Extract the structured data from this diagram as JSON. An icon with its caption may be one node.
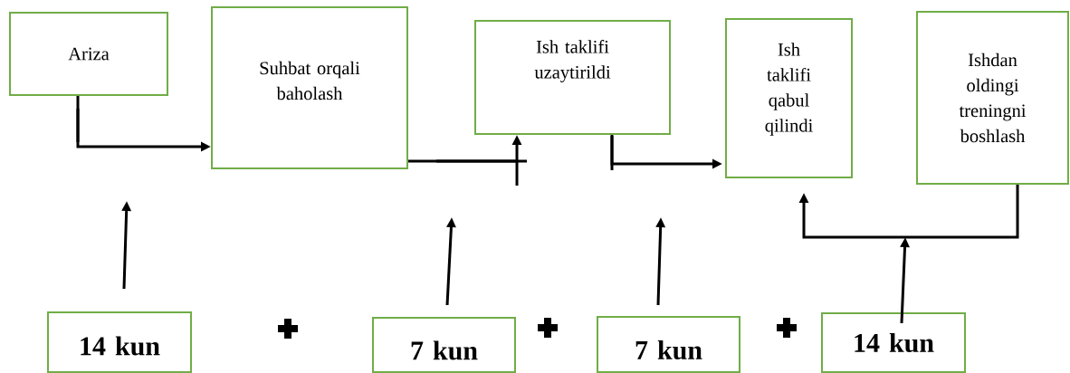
{
  "diagram": {
    "nodes": [
      {
        "text": [
          "Ariza"
        ]
      },
      {
        "text": [
          "Suhbat orqali baholash"
        ]
      },
      {
        "text": [
          "Ish taklifi uzaytirildi"
        ]
      },
      {
        "text": [
          "Ish taklifi qabul qilindi"
        ]
      },
      {
        "text": [
          "Ishdan oldingi treningni boshlash"
        ]
      },
      {
        "text": [
          "14 kun"
        ]
      },
      {
        "text": [
          "7 kun"
        ]
      },
      {
        "text": [
          "7 kun"
        ]
      },
      {
        "text": [
          "14 kun"
        ]
      }
    ],
    "edges": [
      {
        "from": 0,
        "to": 1,
        "arrow": "to"
      },
      {
        "from": 1,
        "to": 2,
        "arrow": "to"
      },
      {
        "from": 2,
        "to": 3,
        "arrow": "to"
      },
      {
        "from": 4,
        "to": 3,
        "arrow": "to"
      },
      {
        "from": 5,
        "to": null,
        "arrow": "to"
      },
      {
        "from": 6,
        "to": null,
        "arrow": "to"
      },
      {
        "from": 7,
        "to": null,
        "arrow": "to"
      },
      {
        "from": 8,
        "to": null,
        "arrow": "to"
      }
    ]
  }
}
